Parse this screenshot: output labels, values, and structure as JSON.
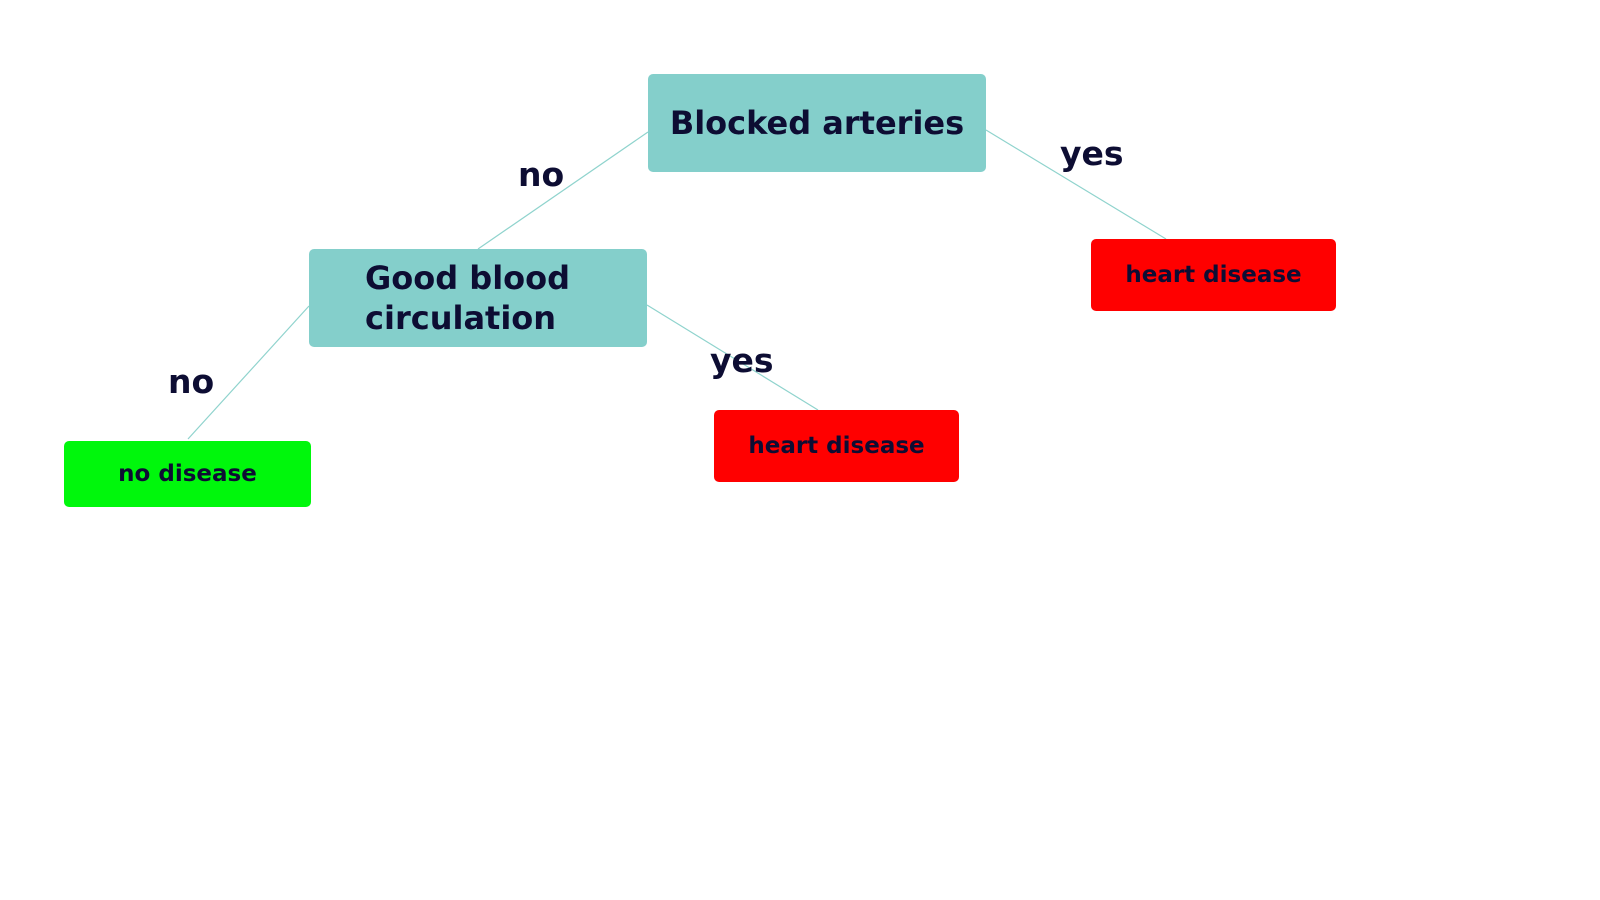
{
  "diagram": {
    "nodes": {
      "root": {
        "label": "Blocked arteries"
      },
      "mid": {
        "label": "Good blood\ncirculation"
      },
      "leaf_left": {
        "label": "no disease"
      },
      "leaf_mid": {
        "label": "heart disease"
      },
      "leaf_right": {
        "label": "heart disease"
      }
    },
    "edges": {
      "root_no": "no",
      "root_yes": "yes",
      "mid_no": "no",
      "mid_yes": "yes"
    },
    "colors": {
      "decision_fill": "#84cfcb",
      "disease_fill": "#ff0000",
      "no_disease_fill": "#00f70c",
      "connector": "#8fd3cd",
      "text": "#0d0d33"
    }
  }
}
